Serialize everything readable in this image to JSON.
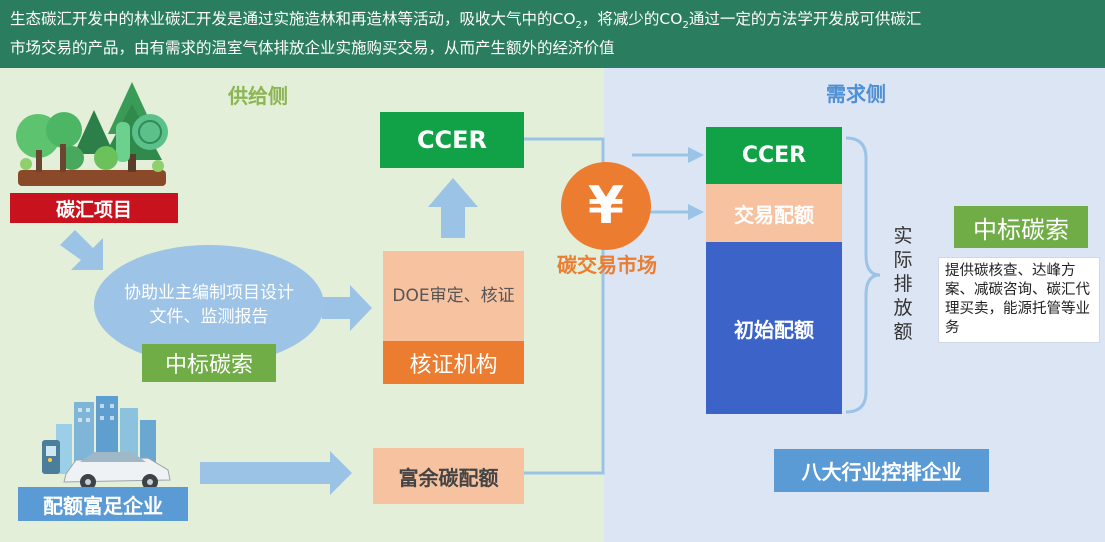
{
  "header": {
    "line1_a": "生态碳汇开发中的林业碳汇开发是通过实施造林和再造林等活动，吸收大气中的CO",
    "line1_sub1": "2",
    "line1_b": "，将减少的CO",
    "line1_sub2": "2",
    "line1_c": "通过一定的方法学开发成可供碳汇",
    "line2": "市场交易的产品，由有需求的温室气体排放企业实施购买交易，从而产生额外的经济价值"
  },
  "supply": {
    "title": "供给侧",
    "carbon_project": "碳汇项目",
    "assist_text": "协助业主编制项目设计文件、监测报告",
    "zhongbiao": "中标碳索",
    "ccer": "CCER",
    "doe_text": "DOE审定、核证",
    "verify_org": "核证机构",
    "quota_rich": "配额富足企业",
    "surplus_quota": "富余碳配额"
  },
  "market": {
    "symbol": "¥",
    "label": "碳交易市场"
  },
  "demand": {
    "title": "需求侧",
    "ccer": "CCER",
    "trade_quota": "交易配额",
    "initial_quota": "初始配额",
    "actual_emission": "实际排放额",
    "zhongbiao": "中标碳索",
    "service_desc": "提供碳核查、达峰方案、减碳咨询、碳汇代理买卖，能源托管等业务",
    "eight_industries": "八大行业控排企业"
  },
  "colors": {
    "header_bg": "#2a7d5f",
    "supply_bg": "#e3efd9",
    "demand_bg": "#dce5f3",
    "supply_title": "#8db554",
    "demand_title": "#4f8fd4",
    "market_orange": "#ec7c30",
    "arrow_blue": "#9bc3e6"
  }
}
